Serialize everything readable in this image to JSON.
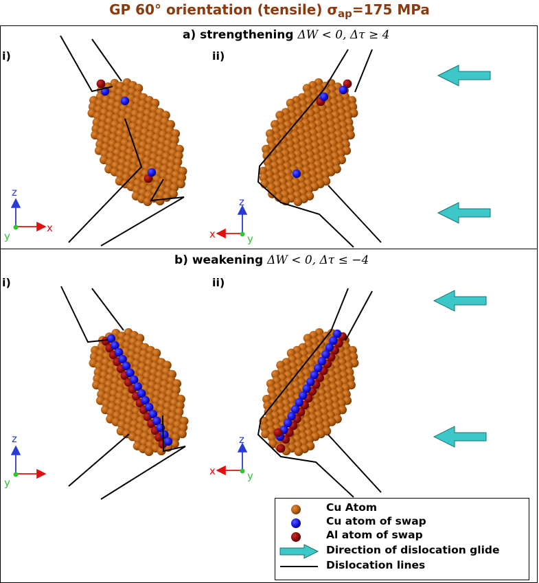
{
  "figure": {
    "title_main": "GP 60° orientation (tensile) σ",
    "title_sub": "ap",
    "title_tail": "=175 MPa"
  },
  "panel_a": {
    "label": "a) strengthening ",
    "math": "ΔW < 0,  Δτ ≥ 4",
    "sub_i": "i)",
    "sub_ii": "ii)"
  },
  "panel_b": {
    "label": "b) weakening ",
    "math": "ΔW < 0,  Δτ ≤ −4",
    "sub_i": "i)",
    "sub_ii": "ii)"
  },
  "axes": {
    "front": {
      "up": "z",
      "right": "x",
      "out": "y"
    },
    "back": {
      "up": "z",
      "left": "x",
      "out": "y"
    }
  },
  "colors": {
    "cu_atom": "#b35c0f",
    "cu_swap": "#1414e6",
    "al_swap": "#8f0a0a",
    "glide_arrow": "#3cc8c8",
    "dislocation_line": "#000000",
    "title": "#8b3a0e"
  },
  "legend": {
    "items": [
      {
        "label": "Cu Atom",
        "symbol": "cu-atom"
      },
      {
        "label": "Cu atom of swap",
        "symbol": "cu-swap"
      },
      {
        "label": "Al atom of swap",
        "symbol": "al-swap"
      },
      {
        "label": "Direction of dislocation glide",
        "symbol": "glide-arrow"
      },
      {
        "label": "Dislocation lines",
        "symbol": "dislocation-line"
      }
    ]
  }
}
